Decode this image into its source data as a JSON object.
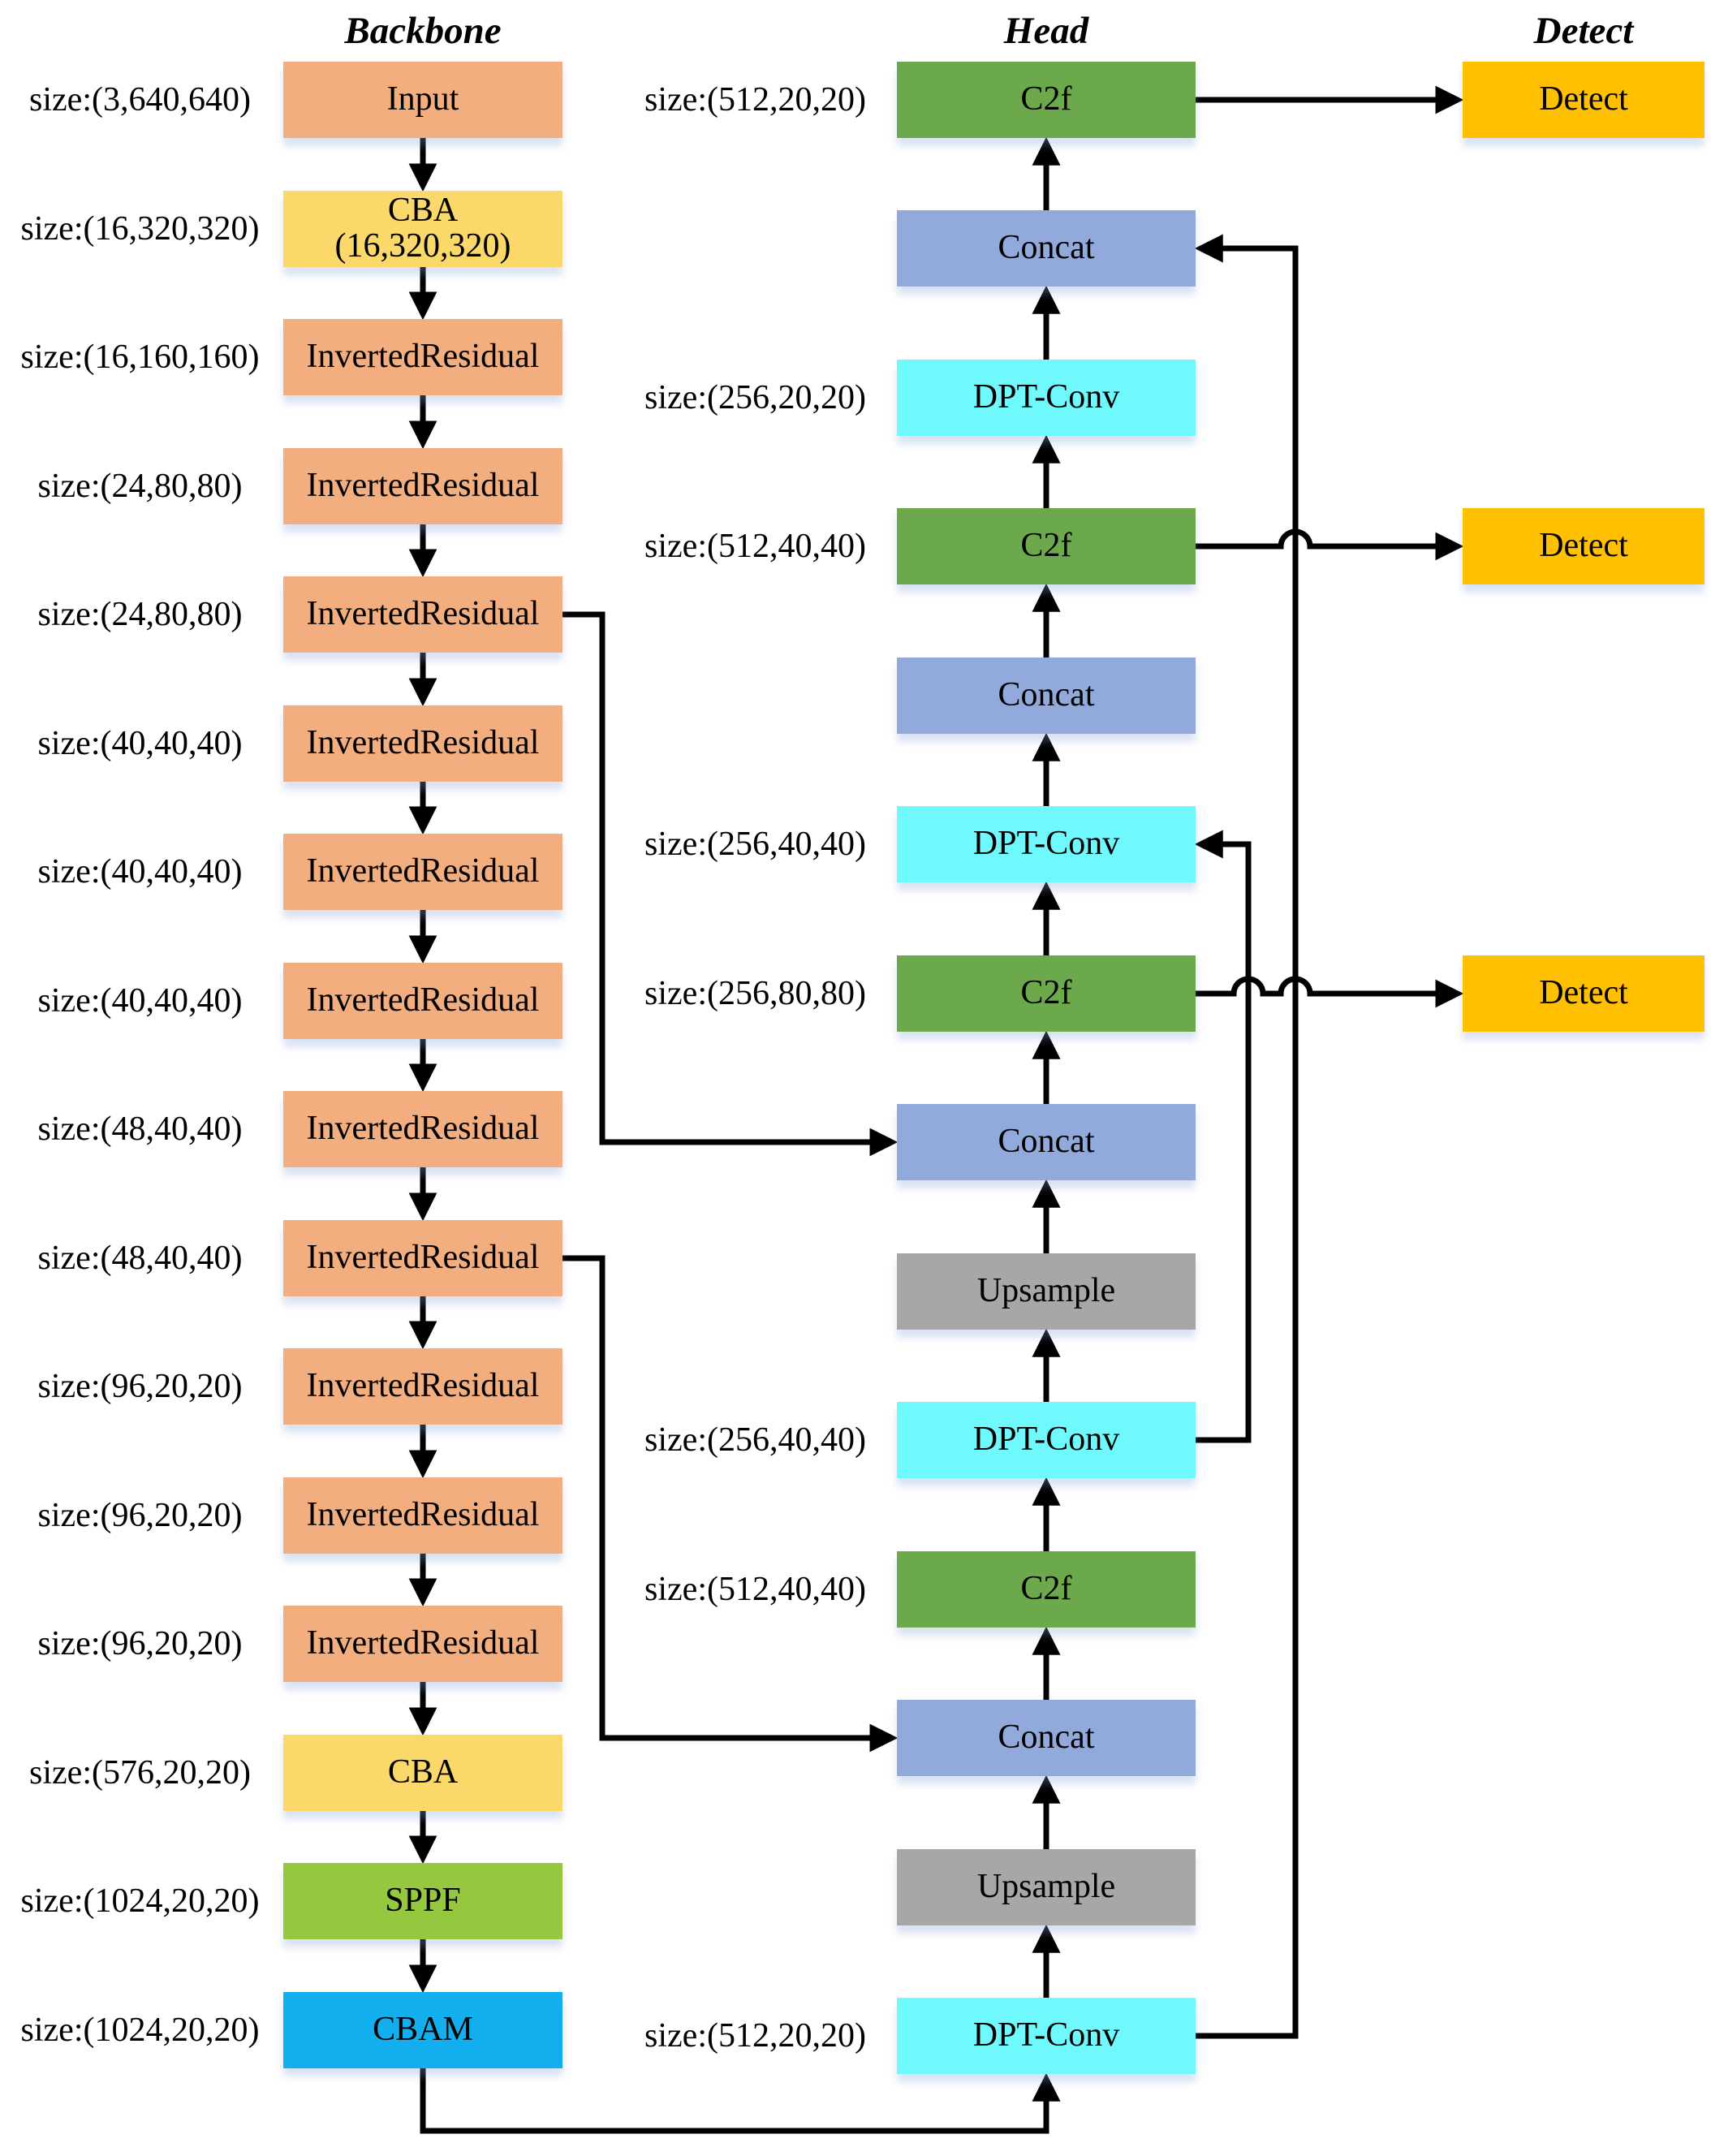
{
  "palette": {
    "inverted_residual_orange": "#F3AE7F",
    "cba_yellow": "#FAD869",
    "sppf_light_green": "#95C83E",
    "cbam_azure": "#12AEEE",
    "c2f_green": "#6CA94C",
    "concat_lavender": "#92A9DB",
    "dpt_conv_cyan": "#70F9FC",
    "upsample_gray": "#A7A7A7",
    "detect_gold": "#FFC002",
    "wire_black": "#000000"
  },
  "backbone": {
    "header": "Backbone",
    "nodes": [
      {
        "label": "Input",
        "size": "size:(3,640,640)",
        "color": "inverted_residual_orange"
      },
      {
        "label": "CBA",
        "sublabel": "(16,320,320)",
        "size": "size:(16,320,320)",
        "color": "cba_yellow"
      },
      {
        "label": "InvertedResidual",
        "size": "size:(16,160,160)",
        "color": "inverted_residual_orange"
      },
      {
        "label": "InvertedResidual",
        "size": "size:(24,80,80)",
        "color": "inverted_residual_orange"
      },
      {
        "label": "InvertedResidual",
        "size": "size:(24,80,80)",
        "color": "inverted_residual_orange"
      },
      {
        "label": "InvertedResidual",
        "size": "size:(40,40,40)",
        "color": "inverted_residual_orange"
      },
      {
        "label": "InvertedResidual",
        "size": "size:(40,40,40)",
        "color": "inverted_residual_orange"
      },
      {
        "label": "InvertedResidual",
        "size": "size:(40,40,40)",
        "color": "inverted_residual_orange"
      },
      {
        "label": "InvertedResidual",
        "size": "size:(48,40,40)",
        "color": "inverted_residual_orange"
      },
      {
        "label": "InvertedResidual",
        "size": "size:(48,40,40)",
        "color": "inverted_residual_orange"
      },
      {
        "label": "InvertedResidual",
        "size": "size:(96,20,20)",
        "color": "inverted_residual_orange"
      },
      {
        "label": "InvertedResidual",
        "size": "size:(96,20,20)",
        "color": "inverted_residual_orange"
      },
      {
        "label": "InvertedResidual",
        "size": "size:(96,20,20)",
        "color": "inverted_residual_orange"
      },
      {
        "label": "CBA",
        "size": "size:(576,20,20)",
        "color": "cba_yellow"
      },
      {
        "label": "SPPF",
        "size": "size:(1024,20,20)",
        "color": "sppf_light_green"
      },
      {
        "label": "CBAM",
        "size": "size:(1024,20,20)",
        "color": "cbam_azure"
      }
    ]
  },
  "head": {
    "header": "Head",
    "nodes": [
      {
        "label": "C2f",
        "size": "size:(512,20,20)",
        "color": "c2f_green"
      },
      {
        "label": "Concat",
        "color": "concat_lavender"
      },
      {
        "label": "DPT-Conv",
        "size": "size:(256,20,20)",
        "color": "dpt_conv_cyan"
      },
      {
        "label": "C2f",
        "size": "size:(512,40,40)",
        "color": "c2f_green"
      },
      {
        "label": "Concat",
        "color": "concat_lavender"
      },
      {
        "label": "DPT-Conv",
        "size": "size:(256,40,40)",
        "color": "dpt_conv_cyan"
      },
      {
        "label": "C2f",
        "size": "size:(256,80,80)",
        "color": "c2f_green"
      },
      {
        "label": "Concat",
        "color": "concat_lavender"
      },
      {
        "label": "Upsample",
        "color": "upsample_gray"
      },
      {
        "label": "DPT-Conv",
        "size": "size:(256,40,40)",
        "color": "dpt_conv_cyan"
      },
      {
        "label": "C2f",
        "size": "size:(512,40,40)",
        "color": "c2f_green"
      },
      {
        "label": "Concat",
        "color": "concat_lavender"
      },
      {
        "label": "Upsample",
        "color": "upsample_gray"
      },
      {
        "label": "DPT-Conv",
        "size": "size:(512,20,20)",
        "color": "dpt_conv_cyan"
      }
    ]
  },
  "detect": {
    "header": "Detect",
    "nodes": [
      {
        "label": "Detect"
      },
      {
        "label": "Detect"
      },
      {
        "label": "Detect"
      }
    ]
  },
  "connections": [
    {
      "from": "InvertedResidual (24,80,80)",
      "to": "Concat (P3 path)"
    },
    {
      "from": "InvertedResidual (48,40,40)",
      "to": "Concat (P4 path)"
    },
    {
      "from": "CBAM",
      "to": "DPT-Conv (512,20,20)"
    },
    {
      "from": "DPT-Conv (512,20,20)",
      "to": "Concat (top)"
    },
    {
      "from": "DPT-Conv (256,40,40)",
      "to": "Concat (middle)"
    },
    {
      "from": "C2f (512,20,20)",
      "to": "Detect"
    },
    {
      "from": "C2f (512,40,40)",
      "to": "Detect"
    },
    {
      "from": "C2f (256,80,80)",
      "to": "Detect"
    }
  ]
}
